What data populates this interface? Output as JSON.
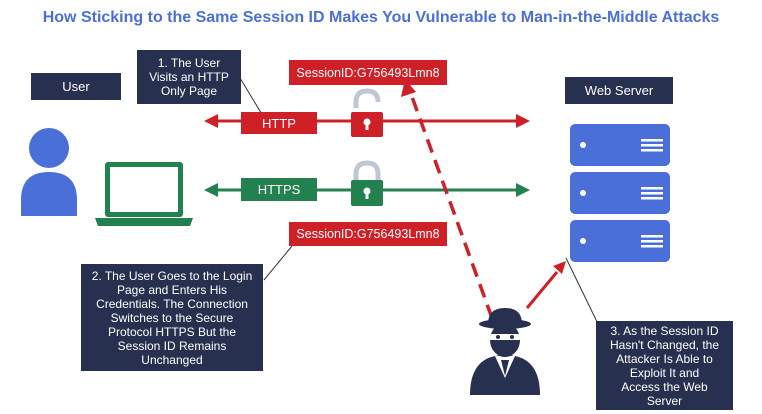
{
  "title": "How Sticking to the Same Session ID Makes You Vulnerable to Man-in-the-Middle Attacks",
  "labels": {
    "user": "User",
    "web_server": "Web Server",
    "http": "HTTP",
    "https": "HTTPS"
  },
  "session_ids": {
    "top": "SessionID:G756493Lmn8",
    "bottom": "SessionID:G756493Lmn8"
  },
  "steps": {
    "step1": [
      "1. The User",
      "Visits an HTTP",
      "Only Page"
    ],
    "step2": [
      "2. The User Goes to the Login",
      "Page and Enters His",
      "Credentials. The Connection",
      "Switches to the Secure",
      "Protocol HTTPS But the",
      "Session ID Remains",
      "Unchanged"
    ],
    "step3": [
      "3. As the Session ID",
      "Hasn't Changed, the",
      "Attacker Is Able to",
      "Exploit It and",
      "Access the Web",
      "Server"
    ]
  },
  "colors": {
    "title": "#4a6fd8",
    "navy": "#27304f",
    "red": "#cf2027",
    "green": "#23814f",
    "blue": "#4a6fd8",
    "lock_grey": "#bfc6d6"
  },
  "icons": [
    "user-icon",
    "laptop-icon",
    "open-padlock-icon",
    "closed-padlock-icon",
    "server-icon",
    "attacker-icon"
  ]
}
